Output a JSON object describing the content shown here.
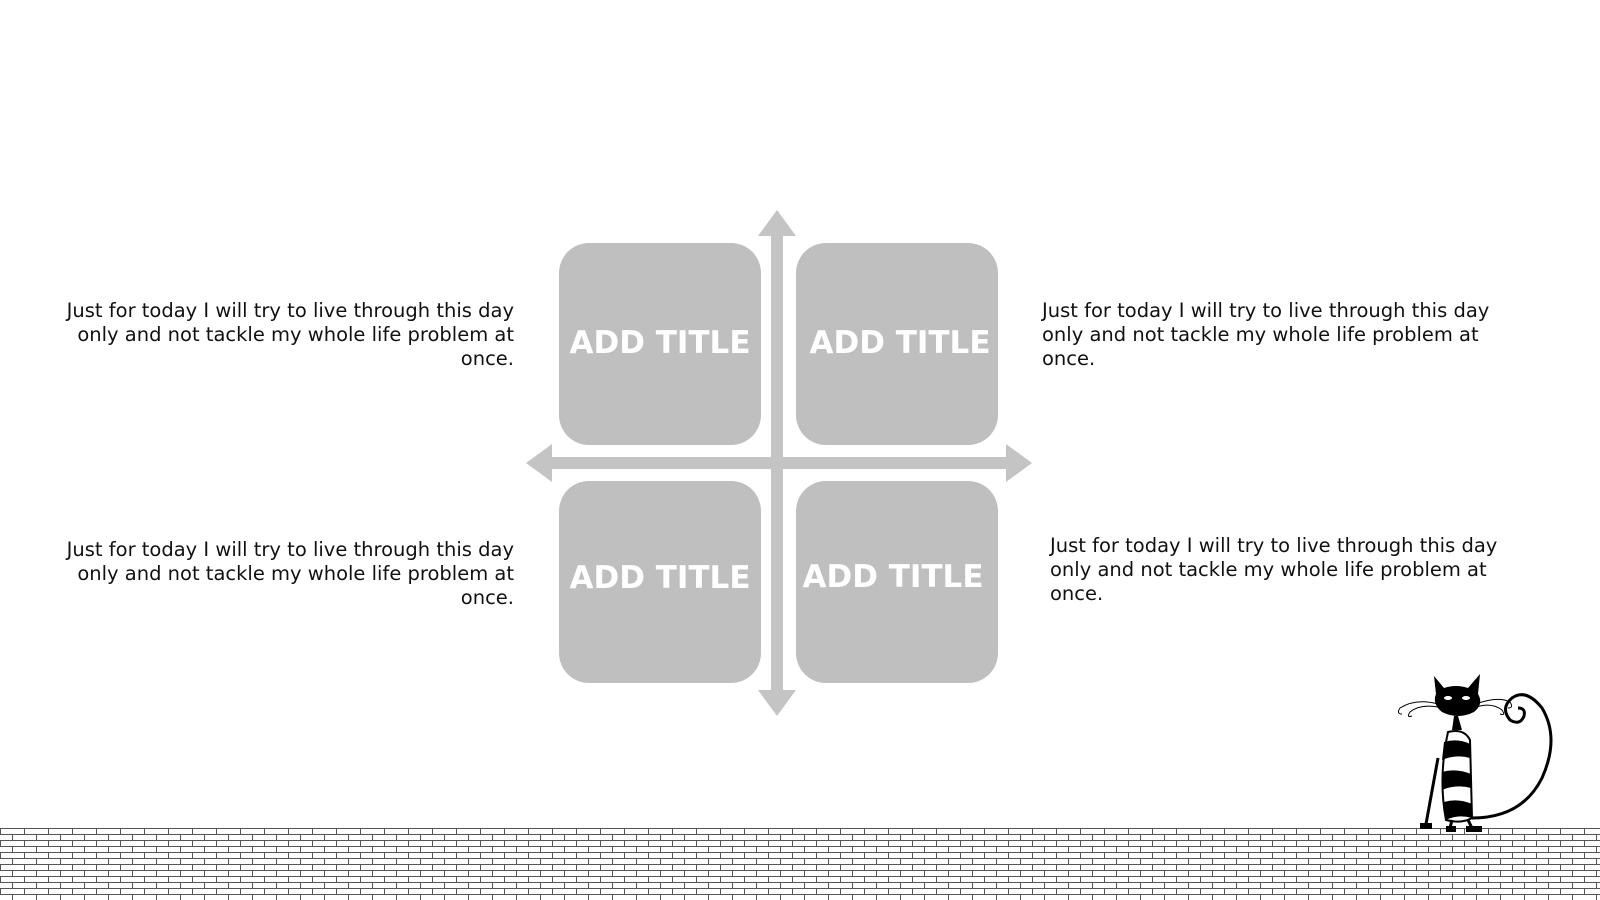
{
  "quadrants": [
    {
      "title": "ADD TITLE",
      "description": "Just for today I will try to live through this day only and not tackle my whole life problem at once."
    },
    {
      "title": "ADD TITLE",
      "description": "Just for today I will try to live through this day only and not tackle my whole life problem at once."
    },
    {
      "title": "ADD TITLE",
      "description": "Just for today I will try to live through this day only and not tackle my whole life problem at once."
    },
    {
      "title": "ADD TITLE",
      "description": "Just for today I will try to live through this day only and not tackle my whole life problem at once."
    }
  ],
  "colors": {
    "tile": "#bfbfbf",
    "arrow": "#c4c4c4",
    "text": "#111111",
    "wall_line": "#555555",
    "cat": "#000000"
  },
  "icons": {
    "axis": "four-direction-arrow-cross",
    "decoration": "black-cat-illustration",
    "ground": "brick-wall-pattern"
  }
}
